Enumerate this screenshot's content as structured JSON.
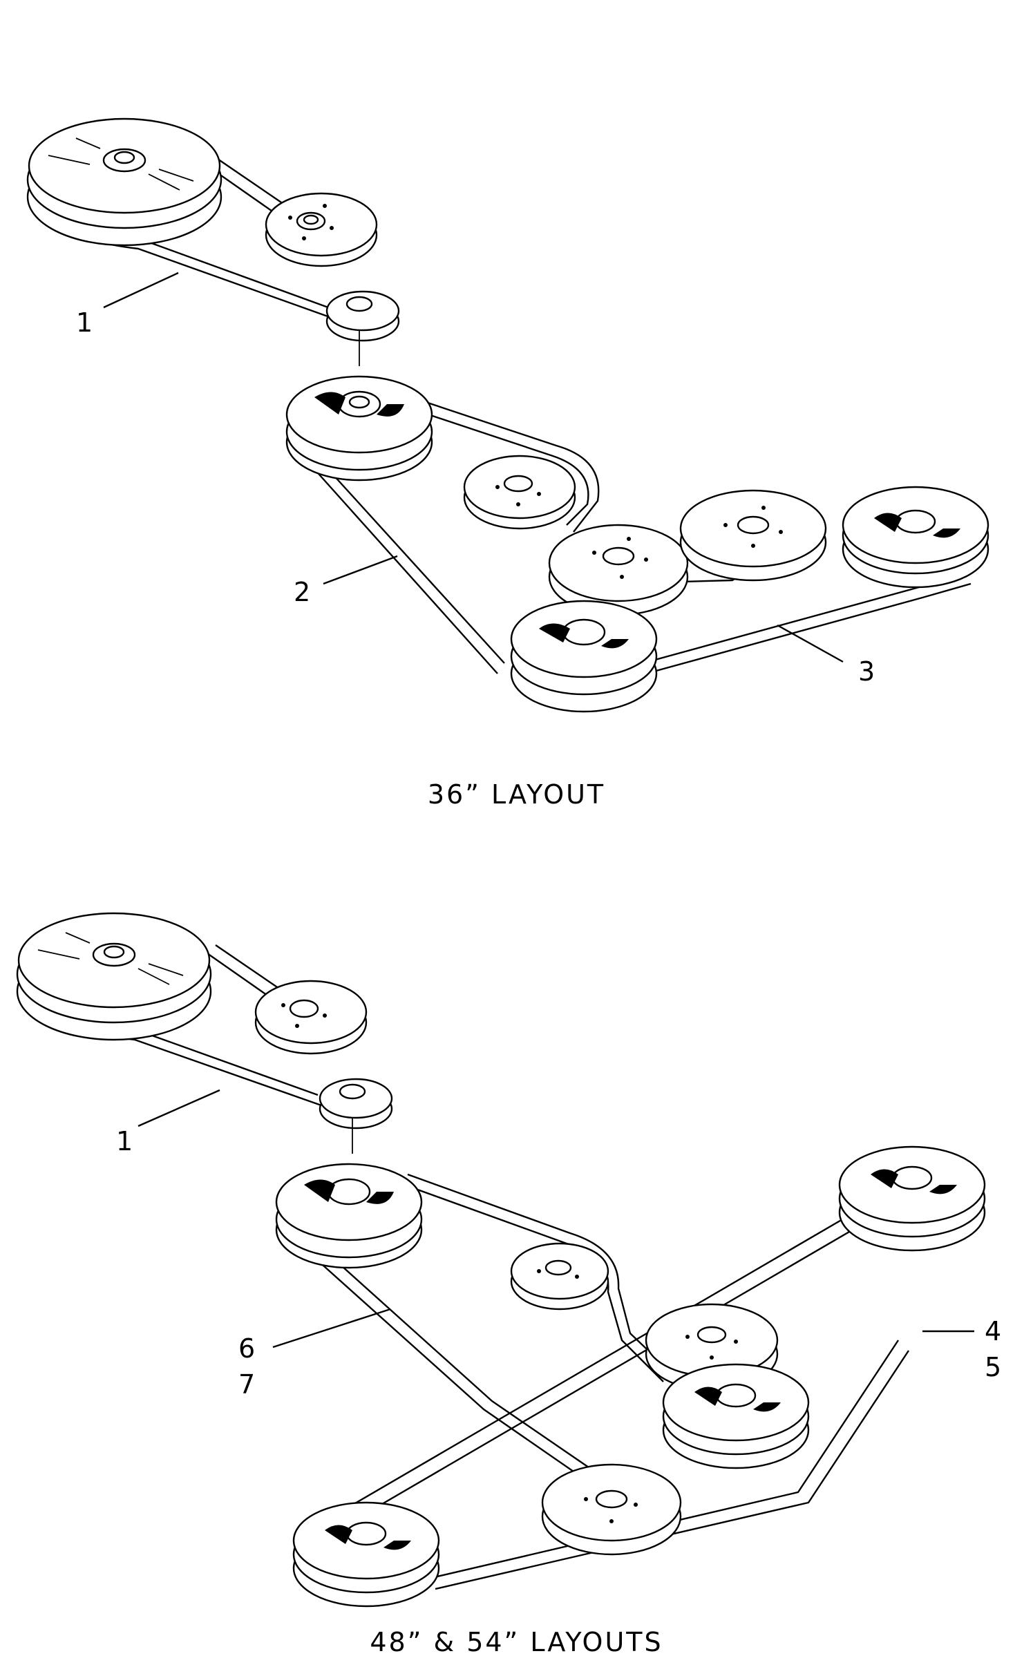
{
  "layout_36": {
    "caption": "36”  LAYOUT",
    "callouts": [
      "1",
      "2",
      "3"
    ]
  },
  "layout_48_54": {
    "caption": "48”  &  54”  LAYOUTS",
    "callouts": [
      "1",
      "6",
      "7",
      "4",
      "5"
    ]
  }
}
